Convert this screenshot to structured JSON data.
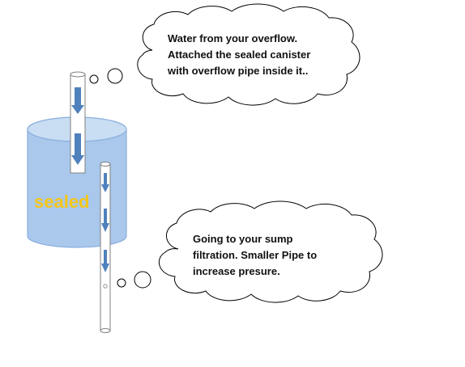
{
  "canister": {
    "label": "sealed",
    "label_color": "#f5c518",
    "body_color": "#a9c8ec",
    "top_color": "#c9ddf3",
    "outline_color": "#8aaedc"
  },
  "pipes": {
    "inflow_arrow_count": 2,
    "outflow_arrow_count": 3,
    "arrow_color": "#4f81bd",
    "pipe_outline_color": "#7f7f7f"
  },
  "callouts": {
    "inflow": {
      "lines": [
        "Water from your overflow.",
        "Attached the sealed canister",
        "with overflow pipe inside it.."
      ]
    },
    "outflow": {
      "lines": [
        "Going to your sump",
        "filtration. Smaller Pipe to",
        "increase presure."
      ]
    }
  }
}
